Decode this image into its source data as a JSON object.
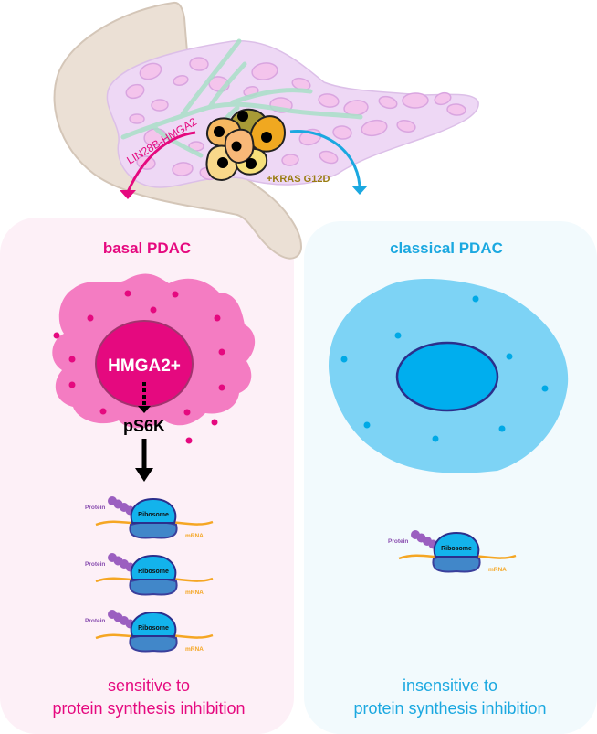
{
  "top": {
    "lineage_label": "LIN28B-HMGA2",
    "mutation_label": "+KRAS G12D"
  },
  "basal": {
    "title": "basal PDAC",
    "nucleus_label": "HMGA2+",
    "kinase_label": "pS6K",
    "ribosomes": [
      {
        "protein": "Protein",
        "ribosome": "Ribosome",
        "mrna": "mRNA"
      },
      {
        "protein": "Protein",
        "ribosome": "Ribosome",
        "mrna": "mRNA"
      },
      {
        "protein": "Protein",
        "ribosome": "Ribosome",
        "mrna": "mRNA"
      }
    ],
    "outcome_line1": "sensitive to",
    "outcome_line2": "protein synthesis inhibition"
  },
  "classical": {
    "title": "classical PDAC",
    "ribosomes": [
      {
        "protein": "Protein",
        "ribosome": "Ribosome",
        "mrna": "mRNA"
      }
    ],
    "outcome_line1": "insensitive to",
    "outcome_line2": "protein synthesis inhibition"
  },
  "colors": {
    "basal_accent": "#e5097f",
    "classical_accent": "#1ba8e0",
    "kras_label": "#9a7d12",
    "basal_panel_bg": "#fdf0f7",
    "classical_panel_bg": "#f2fafd"
  }
}
